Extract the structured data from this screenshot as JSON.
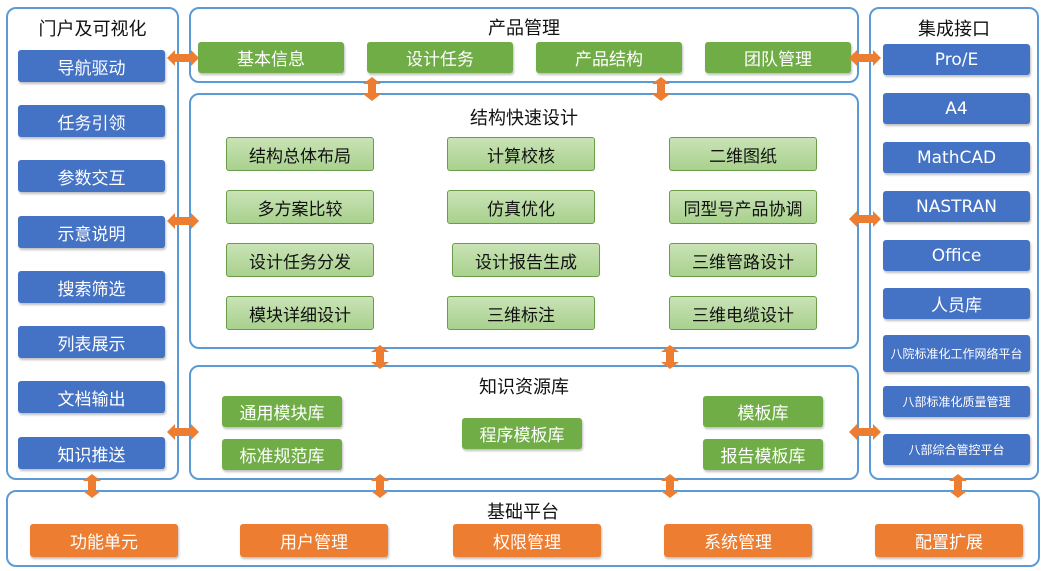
{
  "portal": {
    "title": "门户及可视化",
    "items": [
      "导航驱动",
      "任务引领",
      "参数交互",
      "示意说明",
      "搜索筛选",
      "列表展示",
      "文档输出",
      "知识推送"
    ]
  },
  "product": {
    "title": "产品管理",
    "items": [
      "基本信息",
      "设计任务",
      "产品结构",
      "团队管理"
    ]
  },
  "design": {
    "title": "结构快速设计",
    "items": [
      "结构总体布局",
      "计算校核",
      "二维图纸",
      "多方案比较",
      "仿真优化",
      "同型号产品协调",
      "设计任务分发",
      "设计报告生成",
      "三维管路设计",
      "模块详细设计",
      "三维标注",
      "三维电缆设计"
    ]
  },
  "knowledge": {
    "title": "知识资源库",
    "items": [
      "通用模块库",
      "标准规范库",
      "程序模板库",
      "模板库",
      "报告模板库"
    ]
  },
  "integration": {
    "title": "集成接口",
    "items": [
      "Pro/E",
      "A4",
      "MathCAD",
      "NASTRAN",
      "Office",
      "人员库",
      "八院标准化工作网络平台",
      "八部标准化质量管理",
      "八部综合管控平台"
    ]
  },
  "platform": {
    "title": "基础平台",
    "items": [
      "功能单元",
      "用户管理",
      "权限管理",
      "系统管理",
      "配置扩展"
    ]
  },
  "colors": {
    "panel_border": "#5b9bd5",
    "blue_button": "#4472c4",
    "dark_green_button": "#70ad47",
    "light_green_button": "#a9d18e",
    "orange_button": "#ed7d31",
    "arrow": "#ed7d31"
  }
}
